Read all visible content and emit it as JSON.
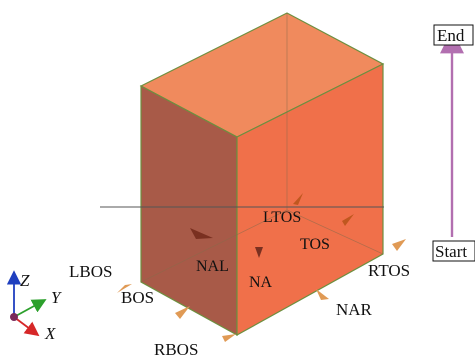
{
  "figure": {
    "colors": {
      "top_face": "#f08a5d",
      "front_face": "#f0704a",
      "left_face": "#a85a48",
      "edge": "#6d8f3f",
      "arrow_body": "#e09a55",
      "arrow_tip": "#c0571f",
      "path_arrow": "#b26fb0",
      "axis_x": "#d62728",
      "axis_y": "#2ca02c",
      "axis_z": "#1f3fbf",
      "origin": "#7a2a5a"
    },
    "labels": {
      "ltos": "LTOS",
      "tos": "TOS",
      "nal": "NAL",
      "na": "NA",
      "lbos": "LBOS",
      "rtos": "RTOS",
      "nar": "NAR",
      "bos": "BOS",
      "rbos": "RBOS"
    },
    "path": {
      "end": "End",
      "start": "Start"
    },
    "axes": {
      "x": "X",
      "y": "Y",
      "z": "Z"
    }
  }
}
